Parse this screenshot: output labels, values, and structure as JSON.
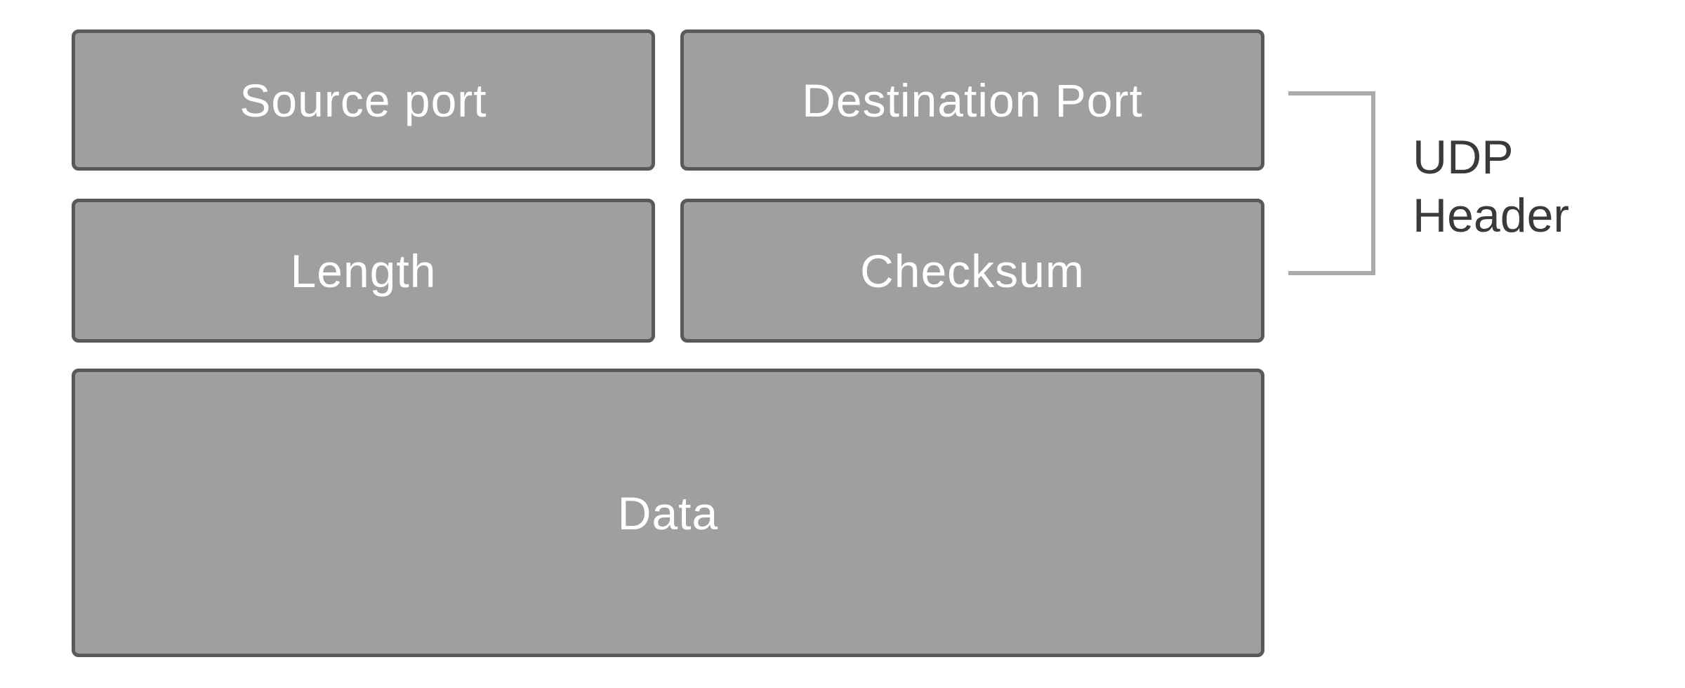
{
  "diagram": {
    "title_implied": "UDP packet structure",
    "boxes": [
      {
        "id": "source-port",
        "label": "Source port"
      },
      {
        "id": "destination-port",
        "label": "Destination Port"
      },
      {
        "id": "length",
        "label": "Length"
      },
      {
        "id": "checksum",
        "label": "Checksum"
      },
      {
        "id": "data",
        "label": "Data"
      }
    ],
    "bracket": {
      "label": "UDP\nHeader",
      "groups": [
        "Source port",
        "Destination Port",
        "Length",
        "Checksum"
      ]
    },
    "colors": {
      "background": "#ffffff",
      "box_fill": "#9e9fa0",
      "box_border": "#58595b",
      "box_text": "#ffffff",
      "bracket": "#a9aaab",
      "label_text": "#3a3a3c"
    }
  }
}
